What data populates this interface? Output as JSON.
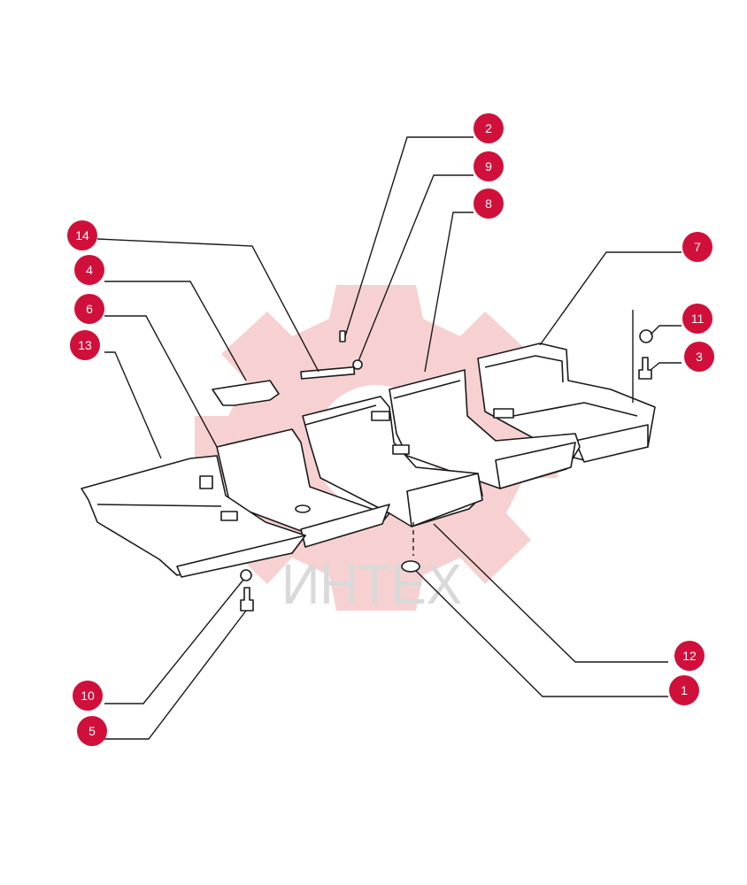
{
  "watermark": {
    "text": "ИНТЕХ",
    "logo": "gear-logo"
  },
  "colors": {
    "callout": "#d0103a",
    "line": "#1a1a1a",
    "watermark": "#f6c9c9",
    "watermark_text": "#d9d9d9"
  },
  "callouts": [
    {
      "id": "c2",
      "label": "2"
    },
    {
      "id": "c9",
      "label": "9"
    },
    {
      "id": "c8",
      "label": "8"
    },
    {
      "id": "c14",
      "label": "14"
    },
    {
      "id": "c7",
      "label": "7"
    },
    {
      "id": "c4",
      "label": "4"
    },
    {
      "id": "c6",
      "label": "6"
    },
    {
      "id": "c11",
      "label": "11"
    },
    {
      "id": "c13",
      "label": "13"
    },
    {
      "id": "c3",
      "label": "3"
    },
    {
      "id": "c12",
      "label": "12"
    },
    {
      "id": "c1",
      "label": "1"
    },
    {
      "id": "c10",
      "label": "10"
    },
    {
      "id": "c5",
      "label": "5"
    }
  ]
}
